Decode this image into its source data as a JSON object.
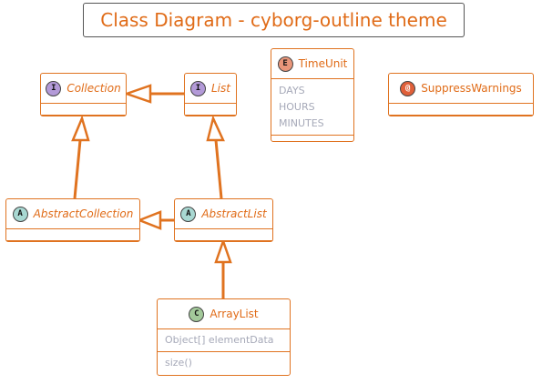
{
  "title": "Class Diagram - cyborg-outline theme",
  "colors": {
    "accent": "#e07320",
    "text": "#e06b17",
    "member": "#a6a9b8"
  },
  "classes": {
    "collection": {
      "stereotype": "I",
      "name": "Collection",
      "kind": "interface"
    },
    "list": {
      "stereotype": "I",
      "name": "List",
      "kind": "interface"
    },
    "abstract_collection": {
      "stereotype": "A",
      "name": "AbstractCollection",
      "kind": "abstract"
    },
    "abstract_list": {
      "stereotype": "A",
      "name": "AbstractList",
      "kind": "abstract"
    },
    "array_list": {
      "stereotype": "C",
      "name": "ArrayList",
      "kind": "class",
      "fields": [
        "Object[] elementData"
      ],
      "methods": [
        "size()"
      ]
    },
    "time_unit": {
      "stereotype": "E",
      "name": "TimeUnit",
      "kind": "enum",
      "values": [
        "DAYS",
        "HOURS",
        "MINUTES"
      ]
    },
    "suppress_warnings": {
      "stereotype": "@",
      "name": "SuppressWarnings",
      "kind": "annotation"
    }
  },
  "relations": [
    {
      "from": "List",
      "to": "Collection",
      "type": "realization"
    },
    {
      "from": "AbstractCollection",
      "to": "Collection",
      "type": "realization"
    },
    {
      "from": "AbstractList",
      "to": "List",
      "type": "realization"
    },
    {
      "from": "AbstractList",
      "to": "AbstractCollection",
      "type": "generalization"
    },
    {
      "from": "ArrayList",
      "to": "AbstractList",
      "type": "generalization"
    }
  ]
}
